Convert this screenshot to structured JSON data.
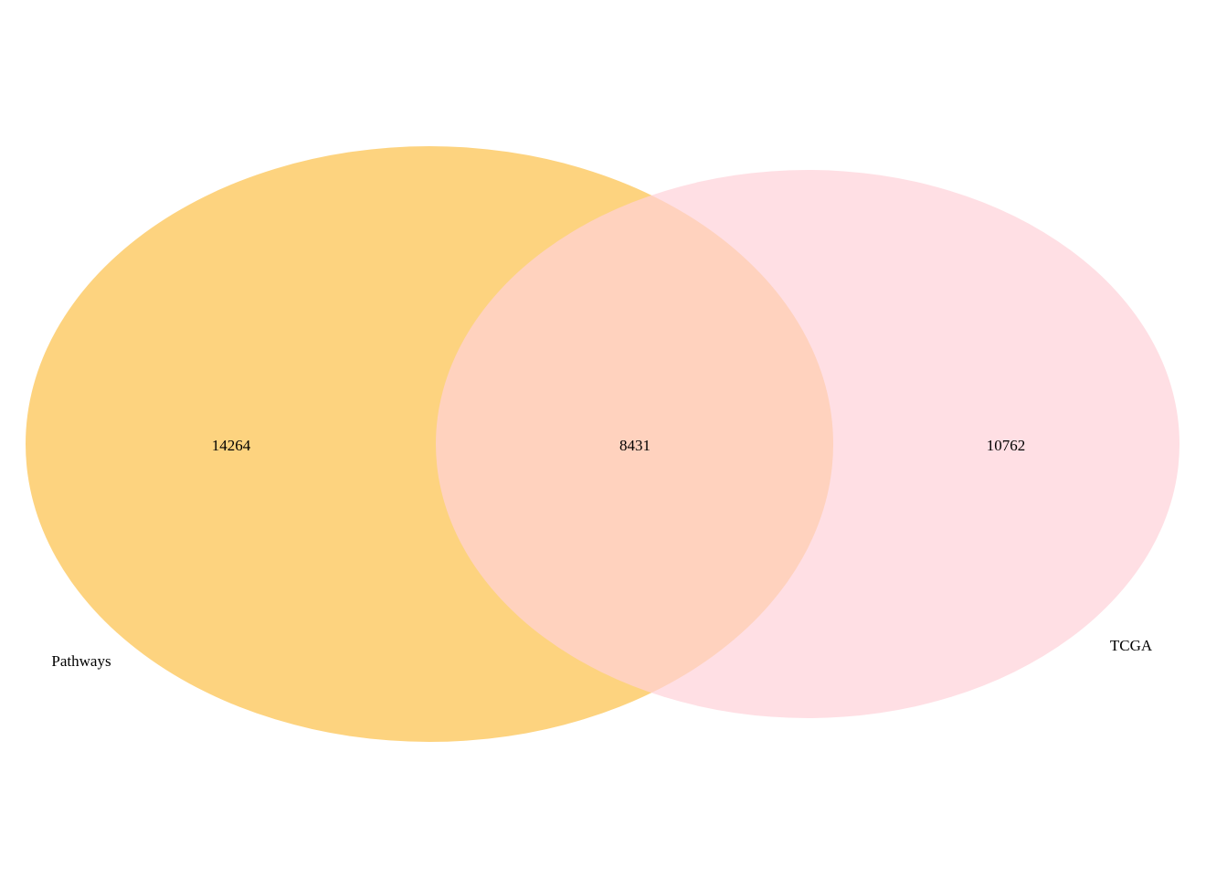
{
  "venn": {
    "sets": [
      {
        "name": "Pathways",
        "only_count": "14264",
        "color": "#fcc049",
        "opacity": 0.7
      },
      {
        "name": "TCGA",
        "only_count": "10762",
        "color": "#ffd1d9",
        "opacity": 0.7
      }
    ],
    "intersection_count": "8431",
    "background": "#ffffff"
  }
}
